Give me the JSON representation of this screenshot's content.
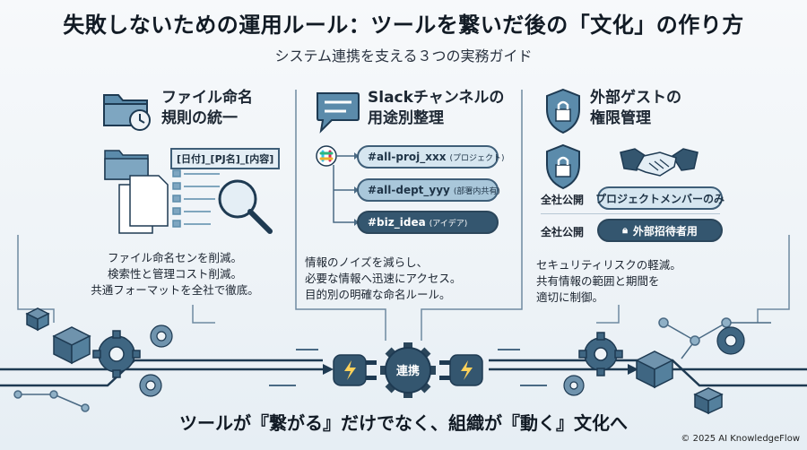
{
  "title": "失敗しないための運用ルール：ツールを繋いだ後の「文化」の作り方",
  "subtitle": "システム連携を支える３つの実務ガイド",
  "sections": [
    {
      "title_line1": "ファイル命名",
      "title_line2": "規則の統一",
      "tag": "[日付]_[PJ名]_[内容]",
      "desc": [
        "ファイル命名センを削減。",
        "検索性と管理コスト削減。",
        "共通フォーマットを全社で徹底。"
      ]
    },
    {
      "title_line1": "Slackチャンネルの",
      "title_line2": "用途別整理",
      "channels": [
        {
          "name": "#all-proj_xxx",
          "note": "(プロジェクト)"
        },
        {
          "name": "#all-dept_yyy",
          "note": "(部署内共有)"
        },
        {
          "name": "#biz_idea",
          "note": "(アイデア)"
        }
      ],
      "desc": [
        "情報のノイズを減らし、",
        "必要な情報へ迅速にアクセス。",
        "目的別の明確な命名ルール。"
      ]
    },
    {
      "title_line1": "外部ゲストの",
      "title_line2": "権限管理",
      "rows": [
        {
          "label": "全社公開",
          "pill": "プロジェクトメンバーのみ"
        },
        {
          "label": "全社公開",
          "pill": "外部招待者用"
        }
      ],
      "desc": [
        "セキュリティリスクの軽減。",
        "共有情報の範囲と期間を",
        "適切に制御。"
      ]
    }
  ],
  "hub_label": "連携",
  "bottom_message": "ツールが『繋がる』だけでなく、組織が『動く』文化へ",
  "copyright": "© 2025 AI KnowledgeFlow",
  "colors": {
    "primary": "#34566f",
    "light": "#d6e6f0",
    "accent": "#5b8bab"
  }
}
